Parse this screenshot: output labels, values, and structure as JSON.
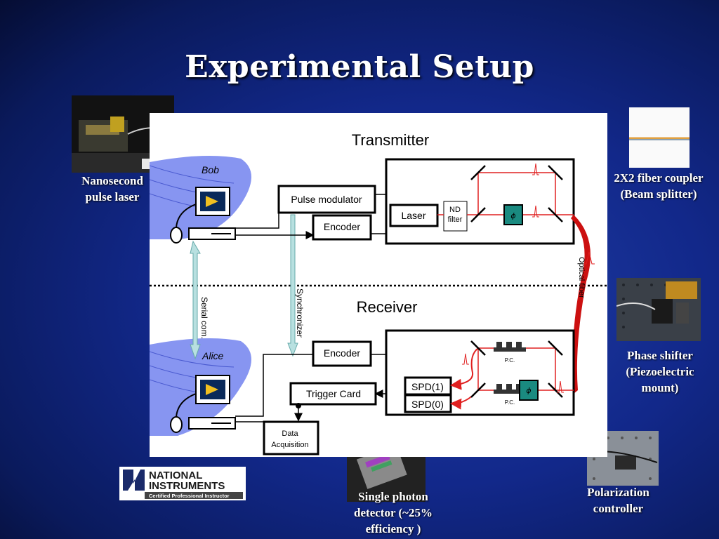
{
  "slide": {
    "title": "Experimental Setup"
  },
  "captions": {
    "laser": "Nanosecond pulse laser",
    "coupler": "2X2 fiber coupler (Beam splitter)",
    "phase_shifter": "Phase shifter (Piezoelectric mount)",
    "polarization": "Polarization controller",
    "spd": "Single photon detector (~25% efficiency )"
  },
  "logo": {
    "line1": "NATIONAL",
    "line2": "INSTRUMENTS",
    "tag": "Certified Professional Instructor"
  },
  "diagram": {
    "transmitter_title": "Transmitter",
    "receiver_title": "Receiver",
    "bob": "Bob",
    "alice": "Alice",
    "pulse_modulator": "Pulse modulator",
    "encoder_top": "Encoder",
    "laser": "Laser",
    "nd_filter_1": "ND",
    "nd_filter_2": "filter",
    "optical_fiber": "Optical fiber",
    "serial_com": "Serial com.",
    "synchronizer": "Synchronizer",
    "encoder_bottom": "Encoder",
    "trigger_card": "Trigger Card",
    "spd1": "SPD(1)",
    "spd0": "SPD(0)",
    "data_acq_1": "Data",
    "data_acq_2": "Acquisition",
    "pc_top": "P.C.",
    "pc_bottom": "P.C."
  },
  "colors": {
    "beam": "#e02020",
    "fiber": "#cc1010",
    "phase": "#1a8a80",
    "background": "#12288a"
  }
}
